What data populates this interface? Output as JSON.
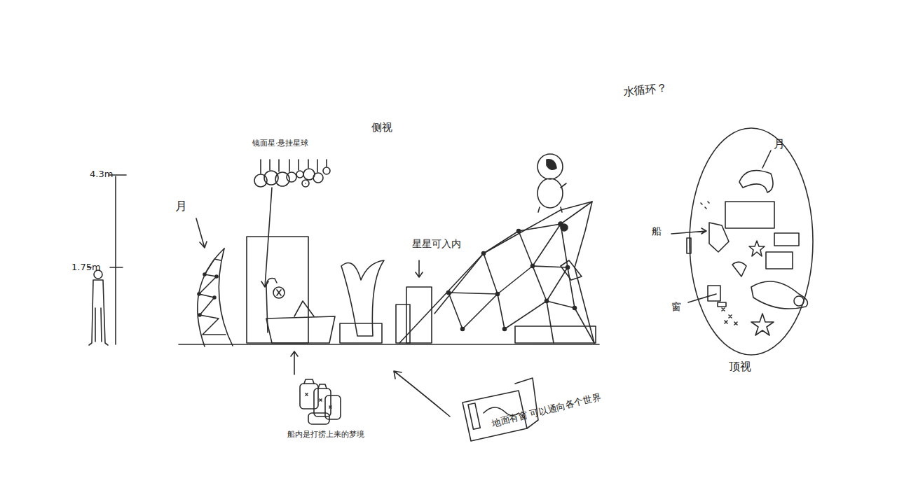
{
  "diagram": {
    "labels": [
      "4.3m",
      "1.75m",
      "月",
      "镜面星·悬挂星球",
      "侧视",
      "星星可入内",
      "水循环？",
      "月",
      "船",
      "窗",
      "顶视",
      "船内是打捞上来的梦境",
      "地面有窗 可以通向各个世界"
    ]
  }
}
